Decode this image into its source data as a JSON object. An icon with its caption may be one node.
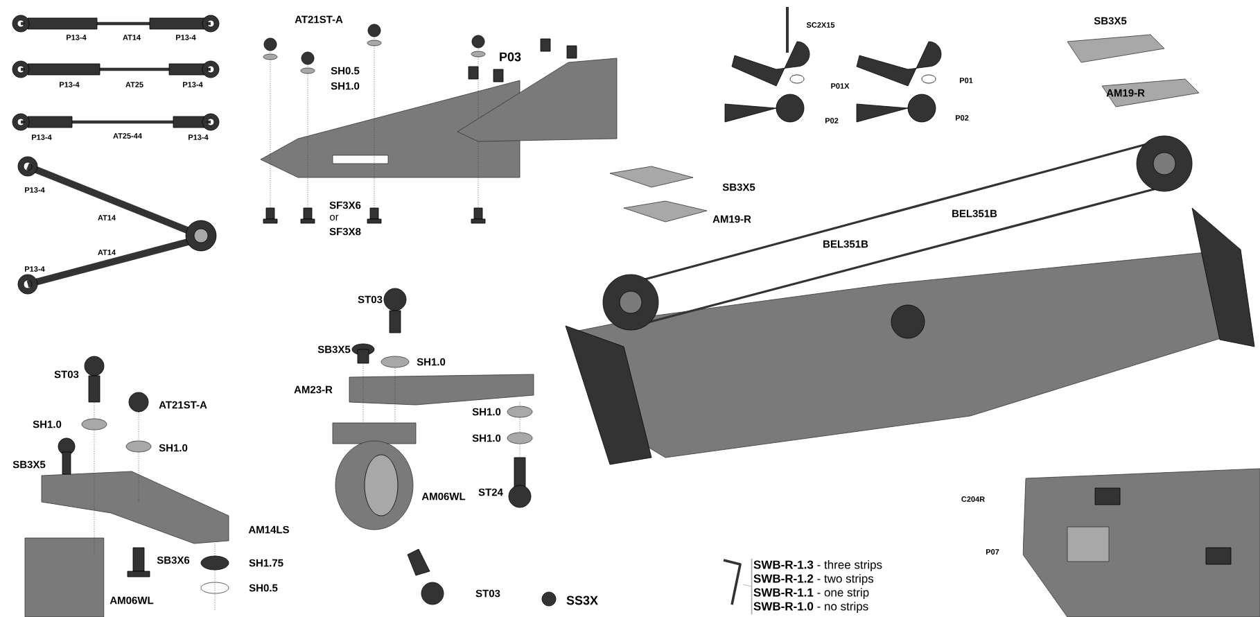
{
  "diagram": {
    "nodes": [
      {
        "text": [
          "**SWB-R-1.3** - three strips",
          "**SWB-R-1.2** - two strips",
          "**SWB-R-1.1** - one strip",
          "**SWB-R-1.0** - no strips"
        ]
      },
      {
        "text": [],
        "shape": "picture"
      }
    ],
    "edges": [
      {
        "from": 0,
        "to": 1,
        "arrow": "none"
      }
    ],
    "labels": [
      "P13-4",
      "AT14",
      "P13-4",
      "P13-4",
      "AT25",
      "P13-4",
      "P13-4",
      "AT25-44",
      "P13-4",
      "P13-4",
      "AT14",
      "AT14",
      "P13-4",
      "AT21ST-A",
      "SH0.5",
      "SH1.0",
      "P03",
      "SC2X15",
      "P01X",
      "P01",
      "P02",
      "P02",
      "SB3X5",
      "AM19-R",
      "SF3X6",
      "or",
      "SF3X8",
      "SB3X5",
      "AM19-R",
      "BEL351B",
      "BEL351B",
      "ST03",
      "SB3X5",
      "SH1.0",
      "AM23-R",
      "ST03",
      "AT21ST-A",
      "SH1.0",
      "SH1.0",
      "SB3X5",
      "SH1.0",
      "SH1.0",
      "AM06WL",
      "ST24",
      "AM14LS",
      "SB3X6",
      "SH1.75",
      "SH0.5",
      "AM06WL",
      "ST03",
      "SS3X",
      "C204R",
      "P07"
    ]
  }
}
